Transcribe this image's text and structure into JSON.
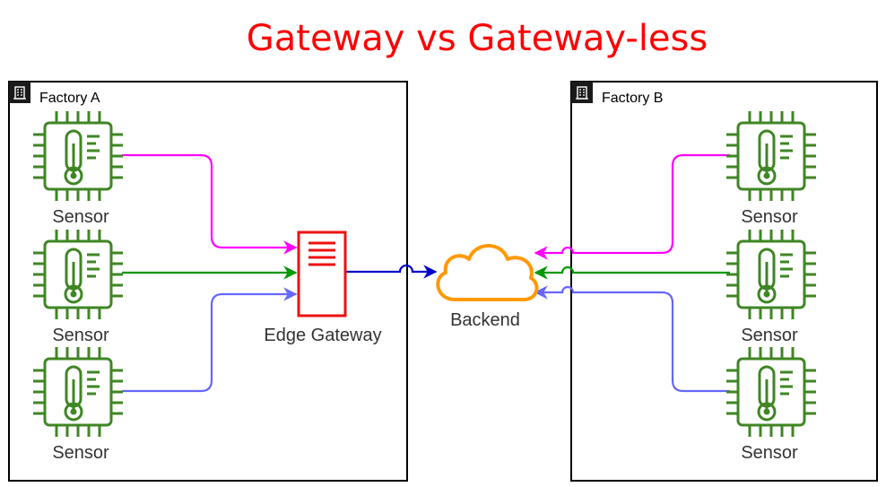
{
  "title": "Gateway vs Gateway-less",
  "factory_a": {
    "label": "Factory A",
    "icon": "building-icon"
  },
  "factory_b": {
    "label": "Factory B",
    "icon": "building-icon"
  },
  "sensor_label": "Sensor",
  "gateway_label": "Edge Gateway",
  "backend_label": "Backend",
  "colors": {
    "title": "#ff0000",
    "magenta": "#ff00ff",
    "green": "#009900",
    "blue": "#6666ff",
    "dark_blue": "#0000cc",
    "sensor": "#3f8624",
    "gateway": "#ee1111",
    "cloud": "#ff9900"
  }
}
